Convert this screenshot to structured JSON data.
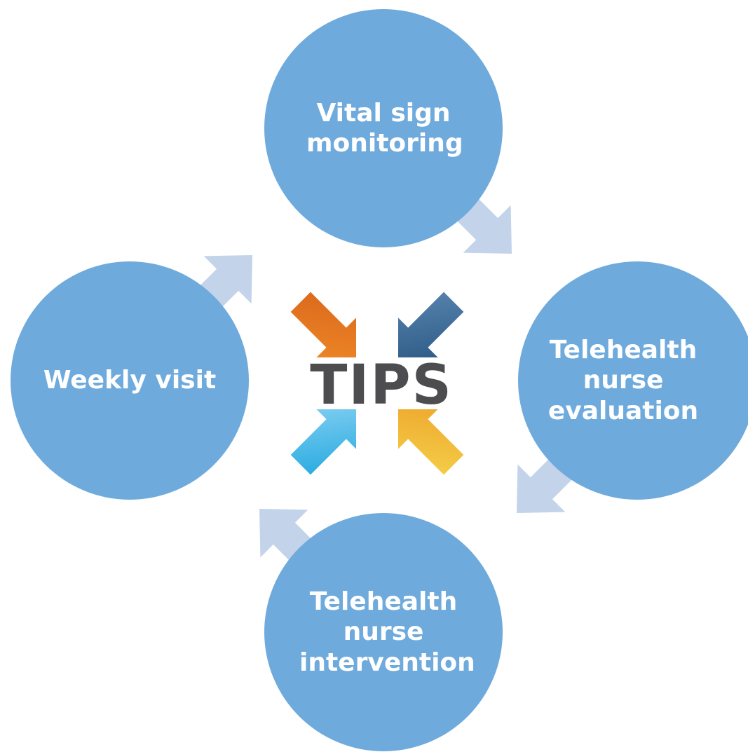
{
  "diagram": {
    "logo": {
      "text": "TIPS"
    },
    "nodes": [
      {
        "id": "vital",
        "label": "Vital sign monitoring"
      },
      {
        "id": "evaluation",
        "label": "Telehealth nurse evaluation"
      },
      {
        "id": "intervention",
        "label": "Telehealth nurse intervention"
      },
      {
        "id": "weekly",
        "label": "Weekly visit"
      }
    ],
    "flow": [
      "vital",
      "evaluation",
      "intervention",
      "weekly",
      "vital"
    ]
  },
  "colors": {
    "node_fill": "#6faadc",
    "connector_arrow": "#c3d3ea",
    "logo_orange": "#e5731f",
    "logo_navy": "#2f5f8a",
    "logo_lightblue": "#3bb0e6",
    "logo_yellow": "#f2b62d",
    "logo_text": "#4d4d4f"
  }
}
